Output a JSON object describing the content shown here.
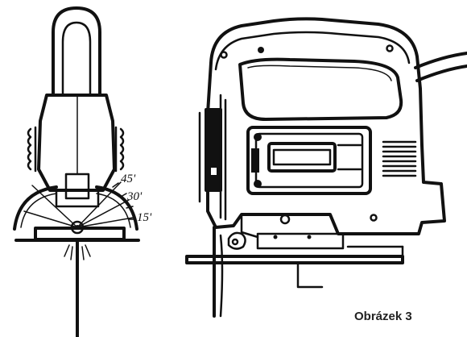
{
  "figure": {
    "caption": "Obrázek 3",
    "angles": [
      "45'",
      "30'",
      "15'"
    ]
  },
  "parts": {
    "left_view": "jigsaw-front-view-tilted-base",
    "right_view": "jigsaw-side-view"
  },
  "colors": {
    "ink": "#111111",
    "background": "#ffffff"
  }
}
